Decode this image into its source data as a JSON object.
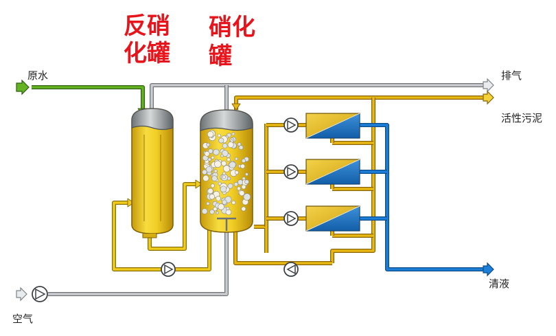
{
  "titles": {
    "denitrification_tank": [
      "反硝",
      "化罐"
    ],
    "nitrification_tank": [
      "硝化",
      "罐"
    ]
  },
  "labels": {
    "raw_water": "原水",
    "exhaust": "排气",
    "activated_sludge": "活性污泥",
    "clear_liquid": "清液",
    "air": "空气"
  },
  "colors": {
    "title_red": "#e8141c",
    "raw_water_green": "#59a51f",
    "exhaust_gray": "#b7bcbf",
    "sludge_yellow": "#e8b814",
    "mixed_liquor_gold": "#d9a21a",
    "clear_liquid_blue": "#1672c9",
    "membrane_blue": "#1d75c8",
    "tank_fill": "#e6c11a"
  },
  "icons": {
    "pump": "circle-with-triangle",
    "blower": "circle-with-triangle",
    "flow_arrow": "outlined-arrow"
  }
}
